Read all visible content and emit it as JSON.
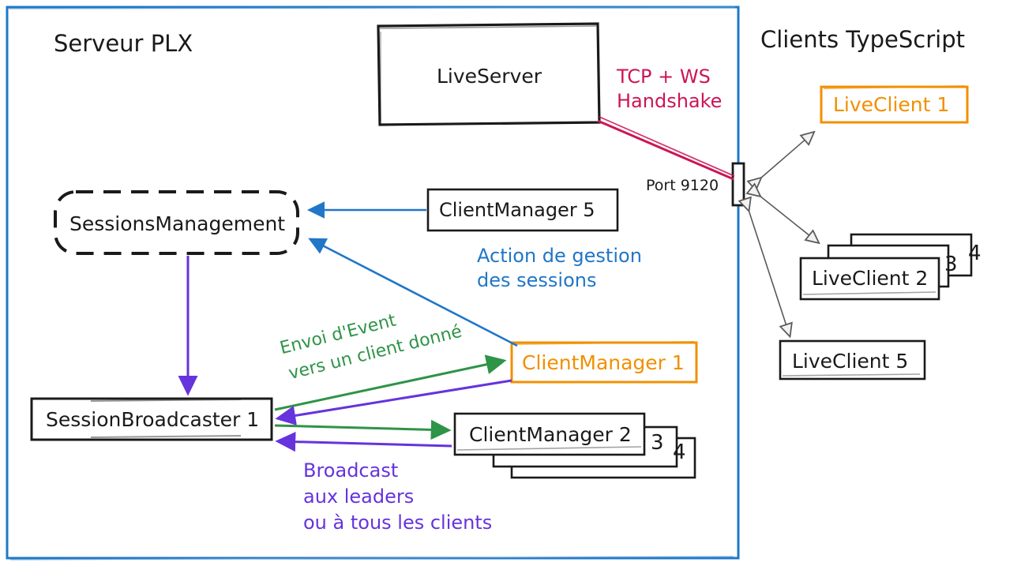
{
  "diagram": {
    "title_left": "Serveur PLX",
    "title_right": "Clients TypeScript",
    "colors": {
      "server_border": "#1E78C8",
      "orange": "#F09000",
      "blue_arrow": "#2176C7",
      "purple_arrow": "#6633DD",
      "green_arrow": "#2E9447",
      "crimson": "#CC1556",
      "gray_arrow": "#595959",
      "black": "#1a1a1a"
    }
  },
  "nodes": {
    "live_server": "LiveServer",
    "sessions_management": "SessionsManagement",
    "client_manager_5": "ClientManager 5",
    "client_manager_1": "ClientManager 1",
    "client_manager_2": "ClientManager 2",
    "client_manager_3": "3",
    "client_manager_4": "4",
    "session_broadcaster_1": "SessionBroadcaster 1",
    "port": "Port 9120",
    "live_client_1": "LiveClient 1",
    "live_client_2": "LiveClient 2",
    "live_client_3": "3",
    "live_client_4": "4",
    "live_client_5": "LiveClient 5"
  },
  "annotations": {
    "handshake_line1": "TCP + WS",
    "handshake_line2": "Handshake",
    "session_action_line1": "Action de gestion",
    "session_action_line2": "des sessions",
    "event_line1": "Envoi d'Event",
    "event_line2": "vers un client donné",
    "broadcast_line1": "Broadcast",
    "broadcast_line2": "aux leaders",
    "broadcast_line3": "ou à tous les clients"
  }
}
